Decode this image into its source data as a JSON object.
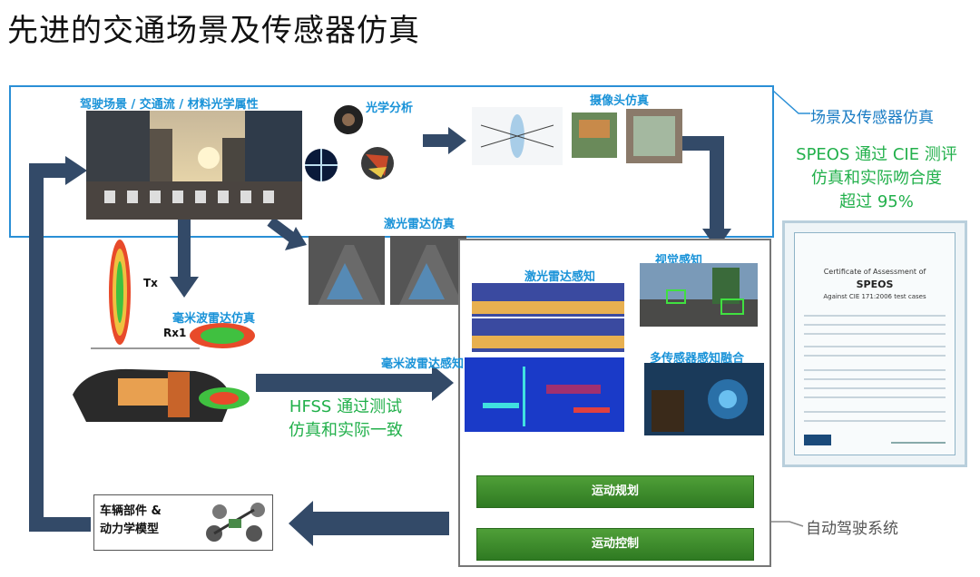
{
  "title": "先进的交通场景及传感器仿真",
  "labels": {
    "driving_scene": "驾驶场景 / 交通流 / 材料光学属性",
    "optical_analysis": "光学分析",
    "camera_sim": "摄像头仿真",
    "lidar_sim": "激光雷达仿真",
    "lidar_perception": "激光雷达感知",
    "visual_perception": "视觉感知",
    "mmwave_sim": "毫米波雷达仿真",
    "mmwave_perception": "毫米波雷达感知",
    "fusion": "多传感器感知融合",
    "motion_planning": "运动规划",
    "motion_control": "运动控制",
    "vehicle_model_line1": "车辆部件 &",
    "vehicle_model_line2": "动力学模型",
    "scene_sensor_sim": "场景及传感器仿真",
    "autonomous_system": "自动驾驶系统",
    "tx": "Tx",
    "rx": "Rx1"
  },
  "notes": {
    "speos_line1": "SPEOS 通过 CIE 测评",
    "speos_line2": "仿真和实际吻合度",
    "speos_line3": "超过 95%",
    "hfss_line1": "HFSS 通过测试",
    "hfss_line2": "仿真和实际一致"
  },
  "certificate": {
    "heading": "Certificate of Assessment of",
    "product": "SPEOS",
    "subtitle": "Against CIE 171:2006 test cases"
  },
  "colors": {
    "scene_frame": "#2a8fd6",
    "arrow": "#334a68",
    "label_blue": "#1a93d8",
    "note_green": "#22b04b",
    "button_green": "#3f8d2e"
  }
}
